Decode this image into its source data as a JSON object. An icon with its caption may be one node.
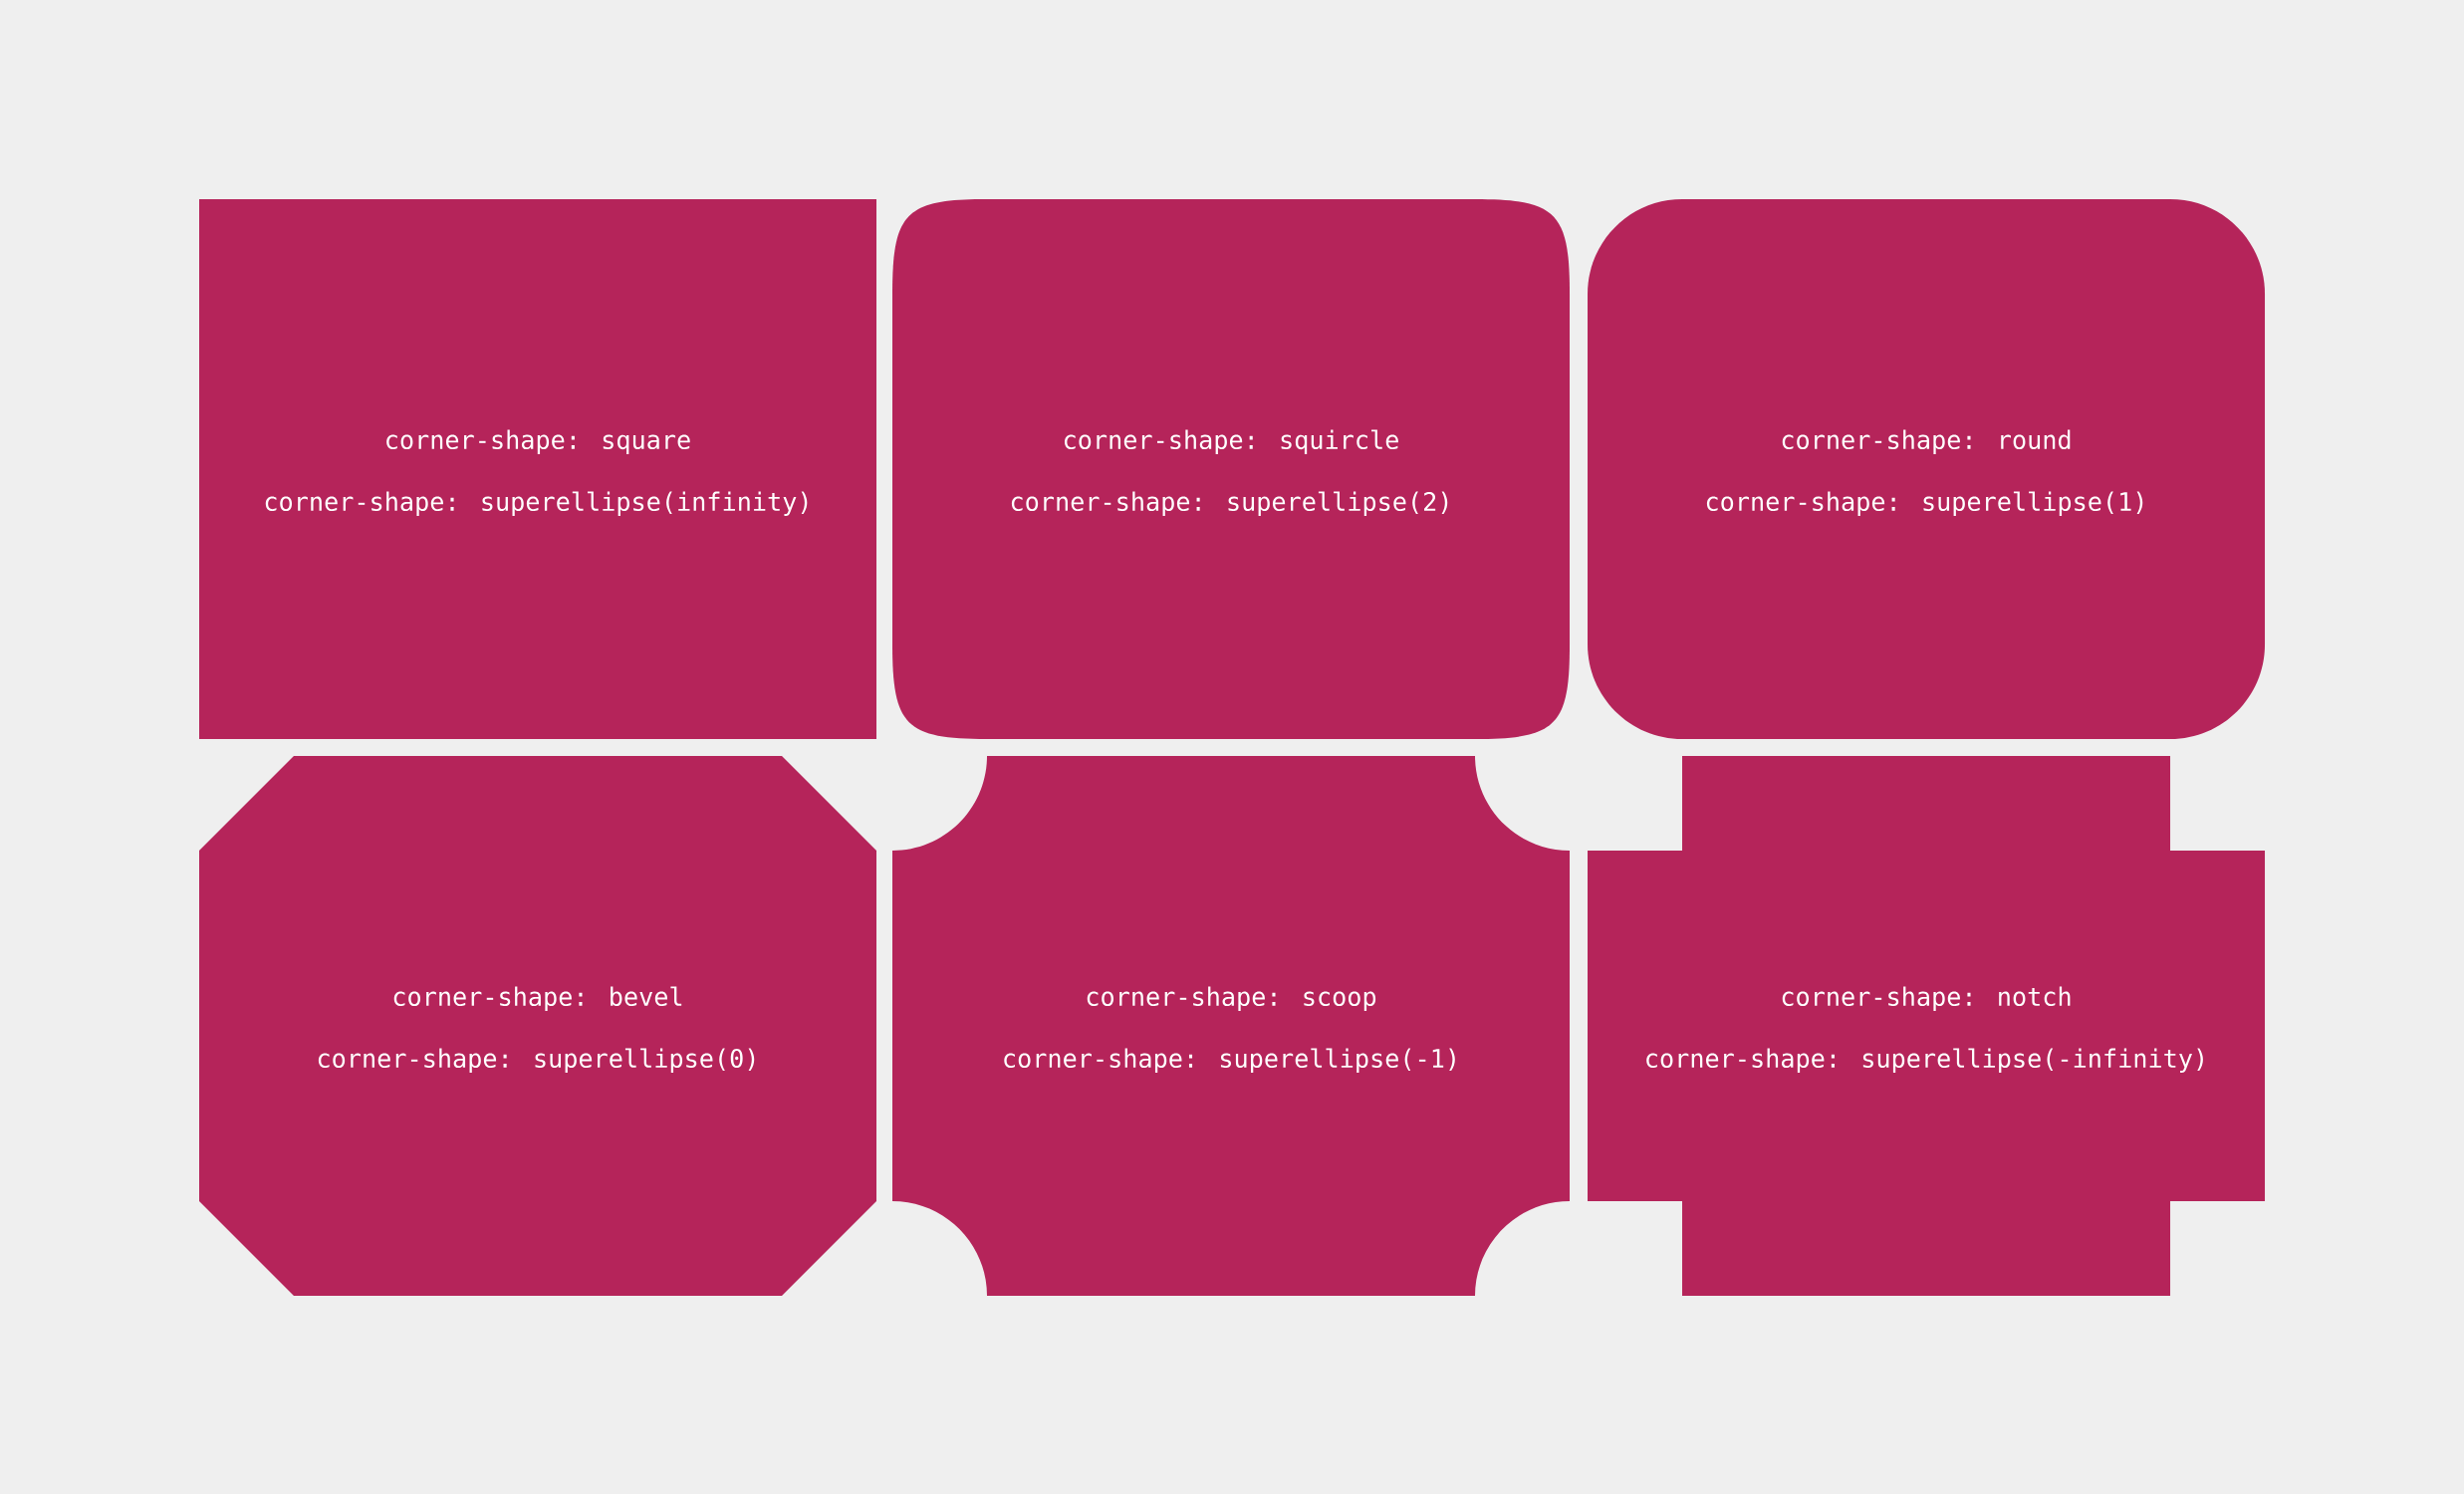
{
  "diagram": {
    "nodes": [
      {
        "text": [
          "corner-shape: square",
          "corner-shape: superellipse(infinity)"
        ]
      },
      {
        "text": [
          "corner-shape: squircle",
          "corner-shape: superellipse(2)"
        ]
      },
      {
        "text": [
          "corner-shape: round",
          "corner-shape: superellipse(1)"
        ]
      },
      {
        "text": [
          "corner-shape: bevel",
          "corner-shape: superellipse(0)"
        ]
      },
      {
        "text": [
          "corner-shape: scoop",
          "corner-shape: superellipse(-1)"
        ]
      },
      {
        "text": [
          "corner-shape: notch",
          "corner-shape: superellipse(-infinity)"
        ]
      }
    ]
  }
}
